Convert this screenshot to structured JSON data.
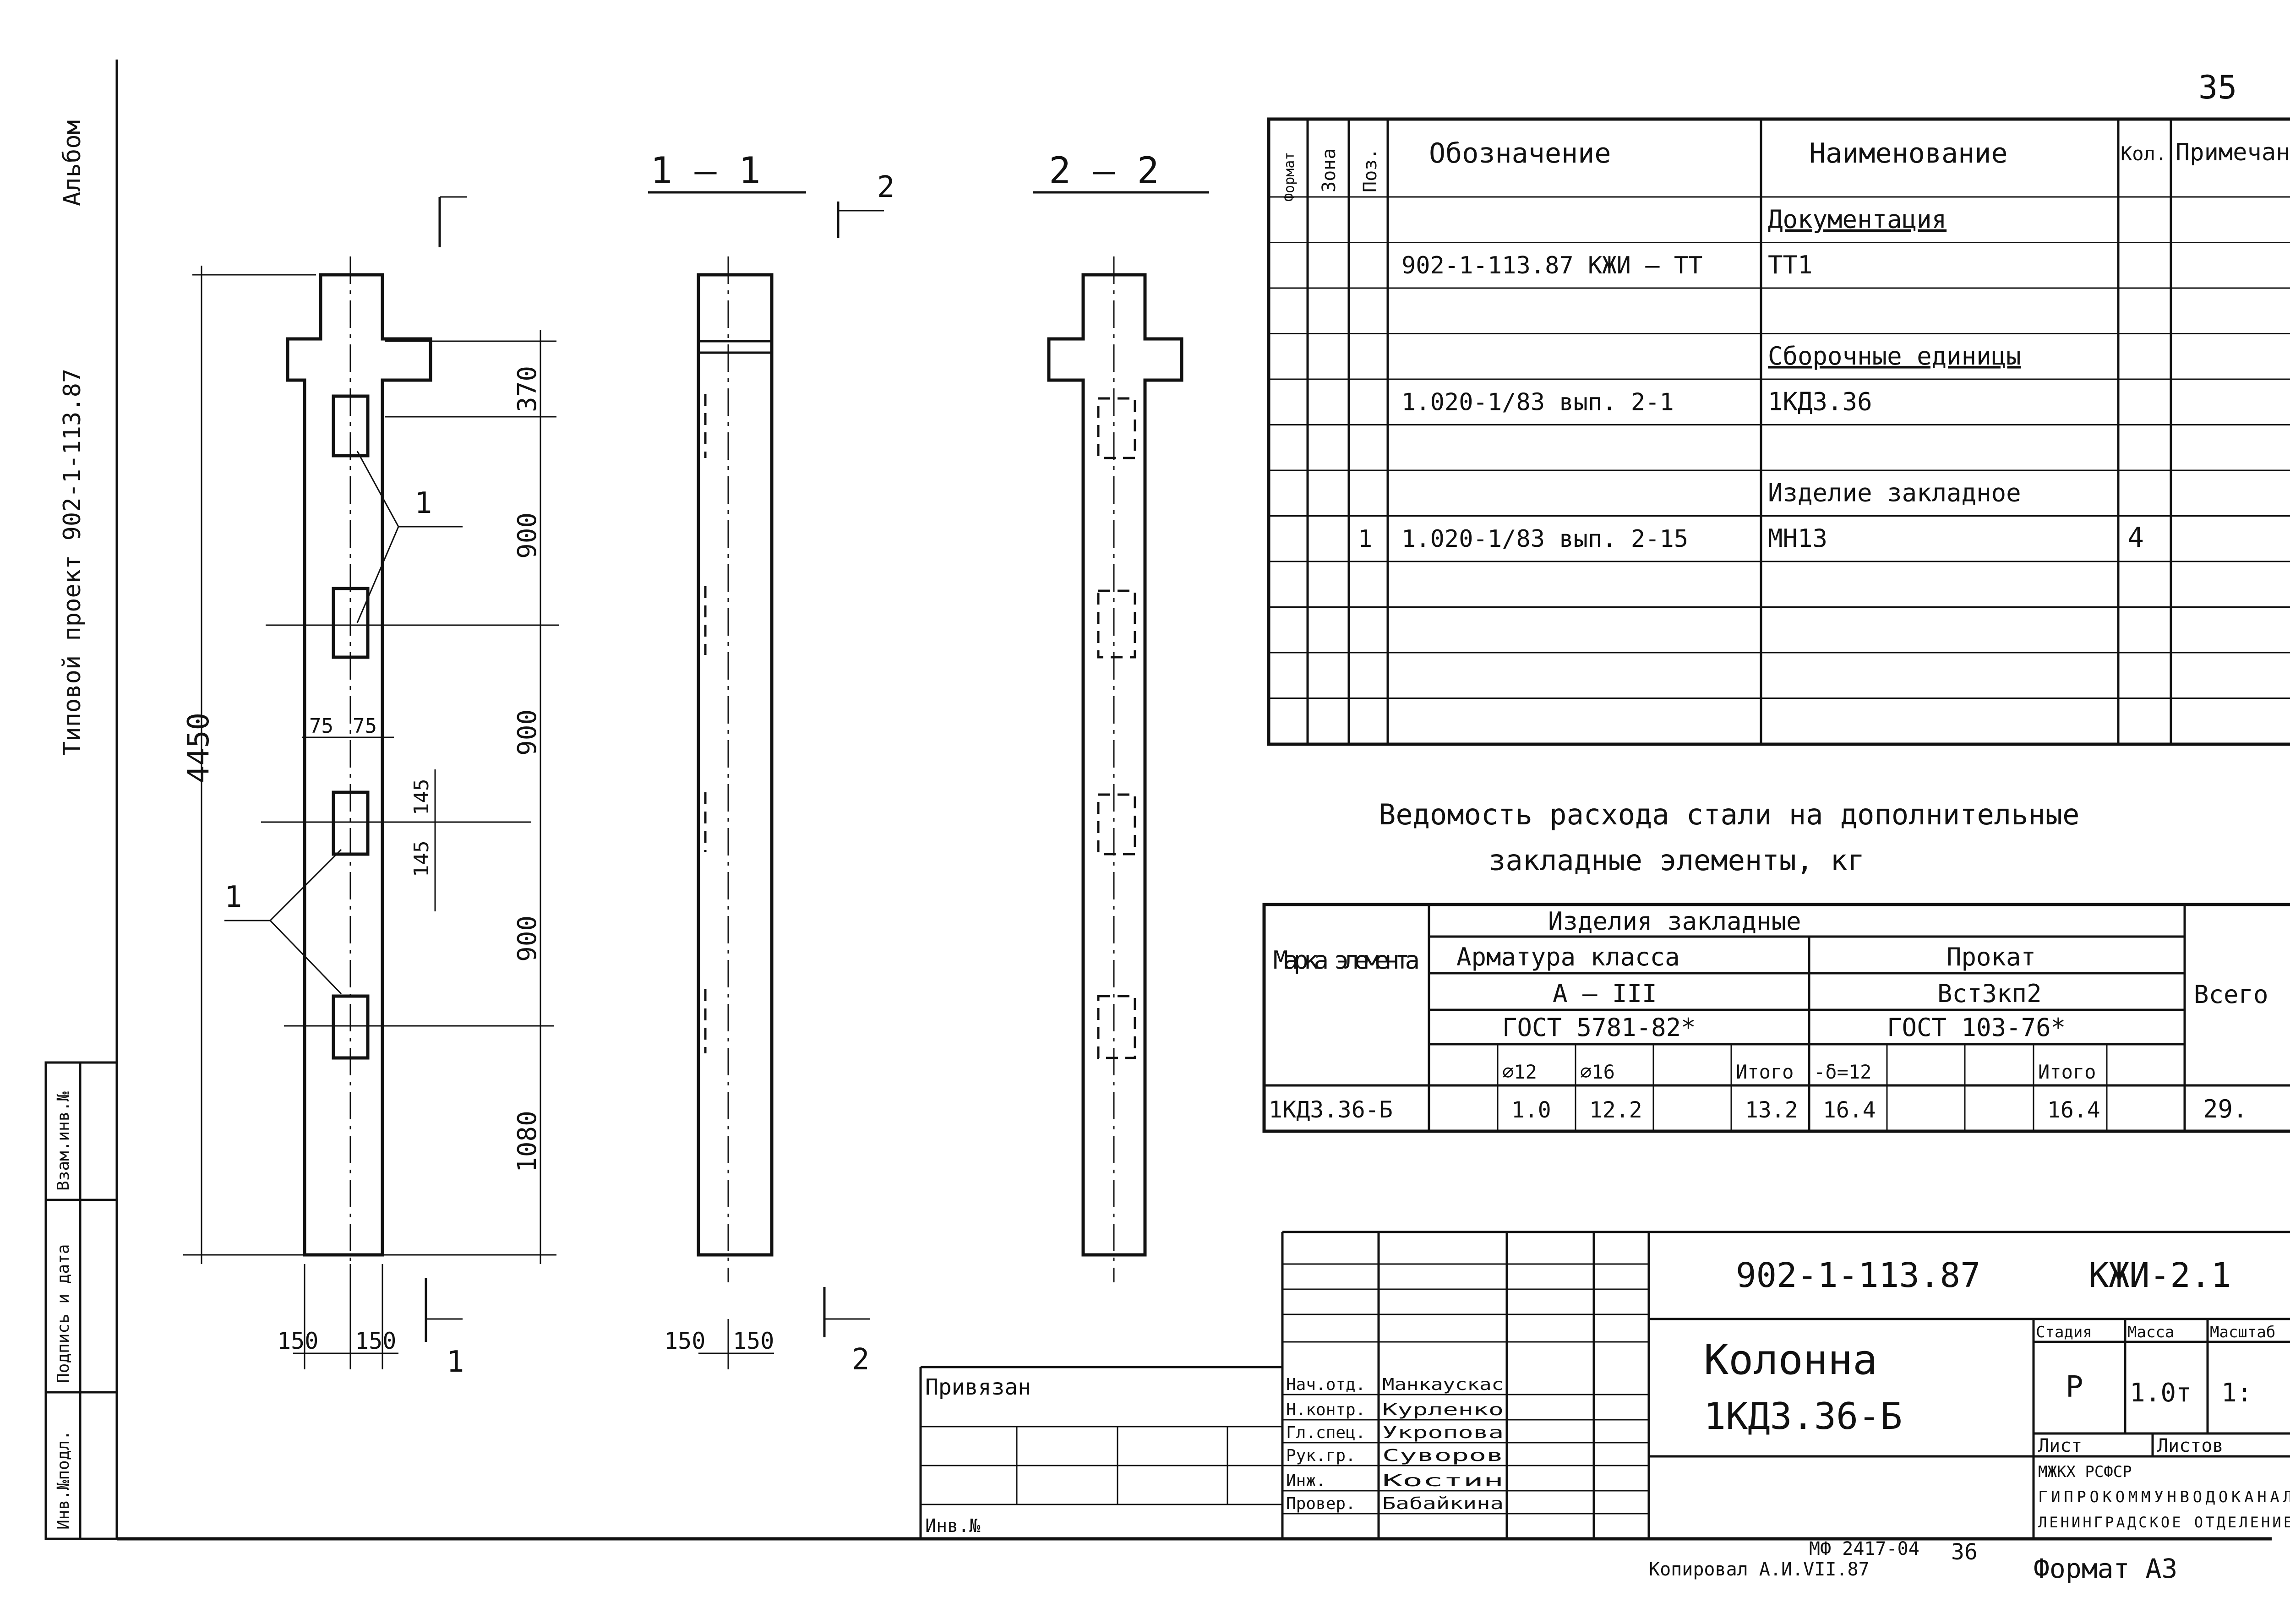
{
  "page_number": "35",
  "margin_text": {
    "album": "Альбом",
    "project": "Типовой проект 902-1-113.87"
  },
  "left_stamp": {
    "cols": [
      "Инв.№подл.",
      "Подпись и дата",
      "Взам.инв.№"
    ]
  },
  "sections": {
    "section_1_title": "1 — 1",
    "section_2_title": "2 — 2",
    "cut_1_mark": "1",
    "cut_2_mark": "2"
  },
  "dimensions": {
    "total_height": "4450",
    "seg_370": "370",
    "seg_900a": "900",
    "seg_900b": "900",
    "seg_900c": "900",
    "seg_1080": "1080",
    "w_75a": "75",
    "w_75b": "75",
    "h_145a": "145",
    "h_145b": "145",
    "w_150a": "150",
    "w_150b": "150",
    "w_150c": "150",
    "w_150d": "150",
    "leader_1a": "1",
    "leader_1b": "1"
  },
  "spec_table": {
    "headers": {
      "format": "Формат",
      "zone": "Зона",
      "pos": "Поз.",
      "designation": "Обозначение",
      "name": "Наименование",
      "qty": "Кол.",
      "note": "Примечание"
    },
    "rows": [
      {
        "pos": "",
        "designation": "",
        "name": "Документация",
        "qty": "",
        "underline": true
      },
      {
        "pos": "",
        "designation": "902-1-113.87 КЖИ — ТТ",
        "name": "ТТ1",
        "qty": ""
      },
      {
        "pos": "",
        "designation": "",
        "name": "",
        "qty": ""
      },
      {
        "pos": "",
        "designation": "",
        "name": "Сборочные единицы",
        "qty": "",
        "underline": true
      },
      {
        "pos": "",
        "designation": "1.020-1/83 вып. 2-1",
        "name": "1КД3.36",
        "qty": ""
      },
      {
        "pos": "",
        "designation": "",
        "name": "",
        "qty": ""
      },
      {
        "pos": "",
        "designation": "",
        "name": "Изделие закладное",
        "qty": ""
      },
      {
        "pos": "1",
        "designation": "1.020-1/83 вып. 2-15",
        "name": "МН13",
        "qty": "4"
      },
      {
        "pos": "",
        "designation": "",
        "name": "",
        "qty": ""
      },
      {
        "pos": "",
        "designation": "",
        "name": "",
        "qty": ""
      },
      {
        "pos": "",
        "designation": "",
        "name": "",
        "qty": ""
      },
      {
        "pos": "",
        "designation": "",
        "name": "",
        "qty": ""
      }
    ]
  },
  "steel_table": {
    "title_line1": "Ведомость расхода стали на дополнительные",
    "title_line2": "закладные элементы, кг",
    "h_marka": "Марка элемента",
    "h_izdelia": "Изделия закладные",
    "h_armatura": "Арматура класса",
    "h_a3": "А — III",
    "h_gost1": "ГОСТ 5781-82*",
    "h_prokat": "Прокат",
    "h_vst": "Вст3кп2",
    "h_gost2": "ГОСТ 103-76*",
    "h_vsego": "Всего",
    "sub": [
      "⌀12",
      "⌀16",
      "",
      "Итого",
      "-δ=12",
      "",
      "",
      "Итого"
    ],
    "row_marka": "1КД3.36-Б",
    "row_values": [
      "1.0",
      "12.2",
      "",
      "13.2",
      "16.4",
      "",
      "",
      "16.4"
    ],
    "row_total": "29."
  },
  "title_block": {
    "doc_code": "902-1-113.87",
    "sheet_code": "КЖИ-2.1",
    "title_line1": "Колонна",
    "title_line2": "1КД3.36-Б",
    "stage_label": "Стадия",
    "mass_label": "Масса",
    "scale_label": "Масштаб",
    "stage": "Р",
    "mass": "1.0т",
    "scale": "1:",
    "sheet_label": "Лист",
    "sheets_label": "Листов",
    "org1": "МЖКХ                    РСФСР",
    "org2": "ГИПРОКОММУНВОДОКАНАЛ",
    "org3": "ЛЕНИНГРАДСКОЕ ОТДЕЛЕНИЕ",
    "privyazan": "Привязан",
    "inv_no": "Инв.№",
    "roles": [
      "Нач.отд.",
      "Н.контр.",
      "Гл.спец.",
      "Рук.гр.",
      "Инж.",
      "Провер."
    ],
    "names": [
      "Манкаускас",
      "Курленко",
      "Укропова",
      "Суворов",
      "Костин",
      "Бабайкина"
    ]
  },
  "footer": {
    "mf": "МФ 2417-04",
    "sheet_num": "36",
    "copied": "Копировал А.И.VII.87",
    "format": "Формат А3"
  }
}
